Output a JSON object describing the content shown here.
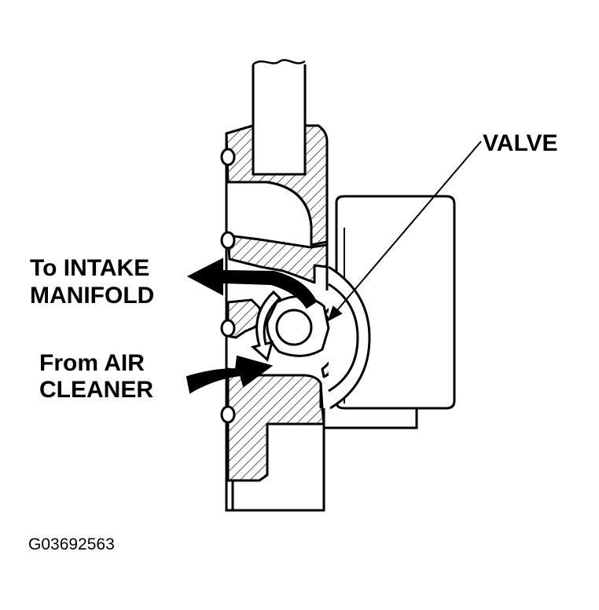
{
  "labels": {
    "valve": "VALVE",
    "to_intake_line1": "To INTAKE",
    "to_intake_line2": "MANIFOLD",
    "from_air_line1": "From AIR",
    "from_air_line2": "CLEANER",
    "figure_code": "G03692563"
  },
  "colors": {
    "ink": "#000000",
    "paper": "#ffffff"
  }
}
